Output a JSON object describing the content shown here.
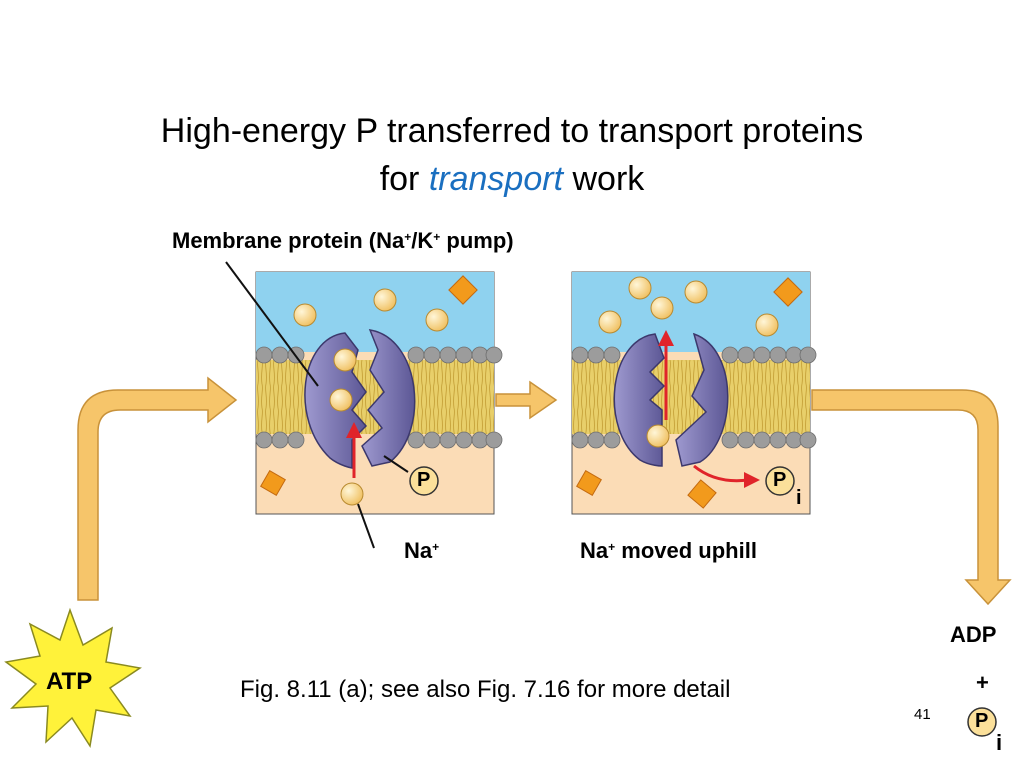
{
  "title": {
    "line1": "High-energy P transferred to transport proteins",
    "line2_prefix": "for",
    "line2_emphasis": "transport",
    "line2_suffix": "work"
  },
  "labels": {
    "membrane_protein": "Membrane protein (Na",
    "membrane_protein_sup1": "+",
    "membrane_protein_mid": "/K",
    "membrane_protein_sup2": "+",
    "membrane_protein_end": " pump)",
    "na": "Na",
    "na_sup": "+",
    "na_moved": "Na",
    "na_moved_sup": "+",
    "na_moved_end": " moved uphill",
    "p": "P",
    "pi_p": "P",
    "pi_i": "i",
    "atp": "ATP",
    "adp": "ADP",
    "plus": "+",
    "adp_pi_p": "P",
    "adp_pi_i": "i"
  },
  "caption": "Fig. 8.11 (a); see also Fig. 7.16 for more detail",
  "page_number": "41",
  "colors": {
    "extracellular": "#8fd2ef",
    "cytoplasm": "#fbdcb6",
    "membrane_tail": "#e8cf6a",
    "lipid_head": "#9c9c9c",
    "protein": "#7d78b4",
    "arrow_fill": "#f6c56a",
    "arrow_stroke": "#c8923a",
    "na_ion": "#fbe09a",
    "k_ion": "#f29a1c",
    "red_arrow": "#e0242a",
    "atp_star": "#fff23a"
  }
}
